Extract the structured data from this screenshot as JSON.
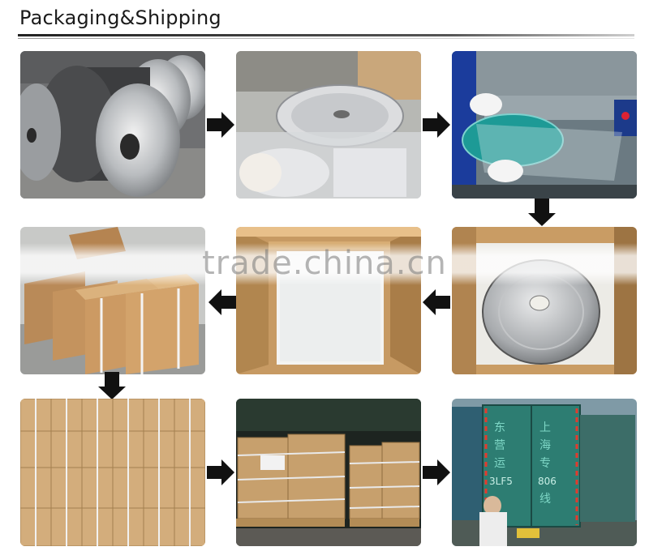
{
  "header": {
    "title": "Packaging&Shipping"
  },
  "watermark": {
    "text": "trade.china.cn"
  },
  "truck": {
    "left_chars": [
      "东",
      "营",
      "运"
    ],
    "right_chars": [
      "上",
      "海",
      "专"
    ],
    "code_left": "3LF5",
    "code_right": "806",
    "last_char": "线"
  }
}
